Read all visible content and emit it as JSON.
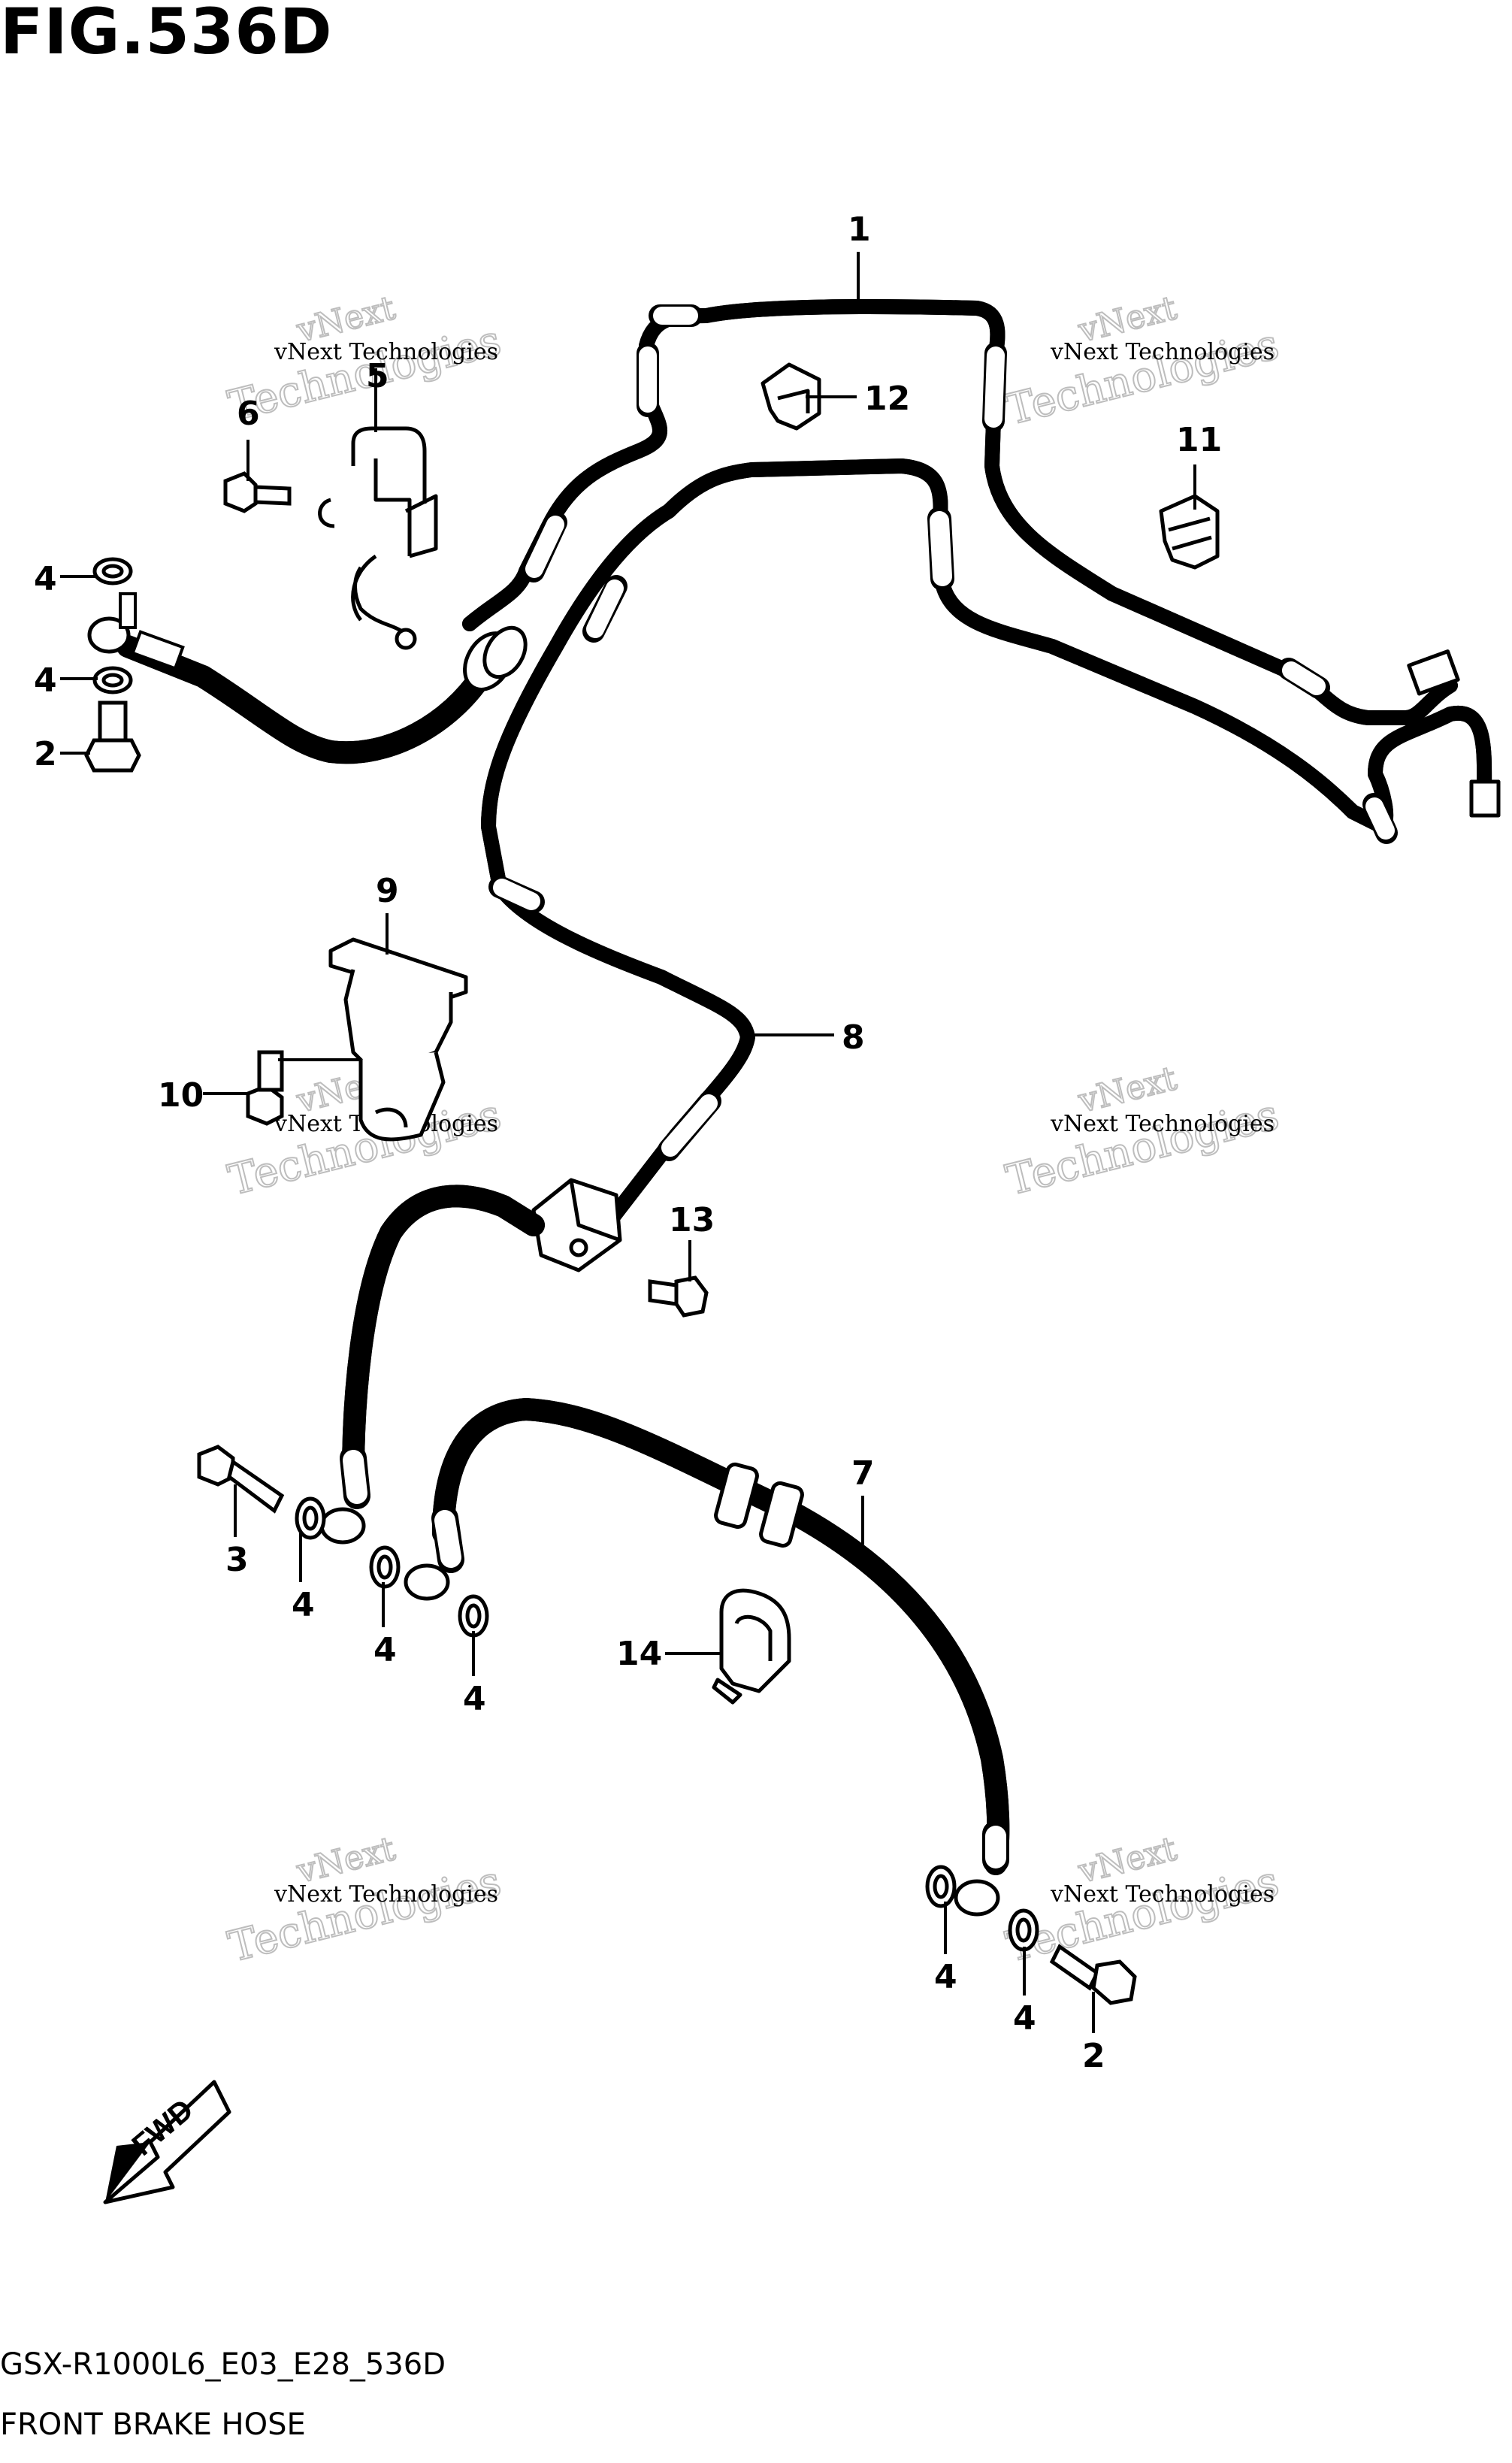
{
  "figure": {
    "title": "FIG.536D",
    "code": "GSX-R1000L6_E03_E28_536D",
    "caption": "FRONT BRAKE HOSE"
  },
  "watermark": {
    "line1": "vNext Technologies",
    "line2": "Technologies",
    "line3": "vNext"
  },
  "direction_label": "FWD",
  "callouts": [
    {
      "id": "c1",
      "label": "1"
    },
    {
      "id": "c12",
      "label": "12"
    },
    {
      "id": "c11",
      "label": "11"
    },
    {
      "id": "c6",
      "label": "6"
    },
    {
      "id": "c5",
      "label": "5"
    },
    {
      "id": "c4a",
      "label": "4"
    },
    {
      "id": "c4b",
      "label": "4"
    },
    {
      "id": "c2a",
      "label": "2"
    },
    {
      "id": "c9",
      "label": "9"
    },
    {
      "id": "c8",
      "label": "8"
    },
    {
      "id": "c10",
      "label": "10"
    },
    {
      "id": "c13",
      "label": "13"
    },
    {
      "id": "c7",
      "label": "7"
    },
    {
      "id": "c3",
      "label": "3"
    },
    {
      "id": "c4c",
      "label": "4"
    },
    {
      "id": "c4d",
      "label": "4"
    },
    {
      "id": "c4e",
      "label": "4"
    },
    {
      "id": "c14",
      "label": "14"
    },
    {
      "id": "c4f",
      "label": "4"
    },
    {
      "id": "c4g",
      "label": "4"
    },
    {
      "id": "c2b",
      "label": "2"
    }
  ]
}
